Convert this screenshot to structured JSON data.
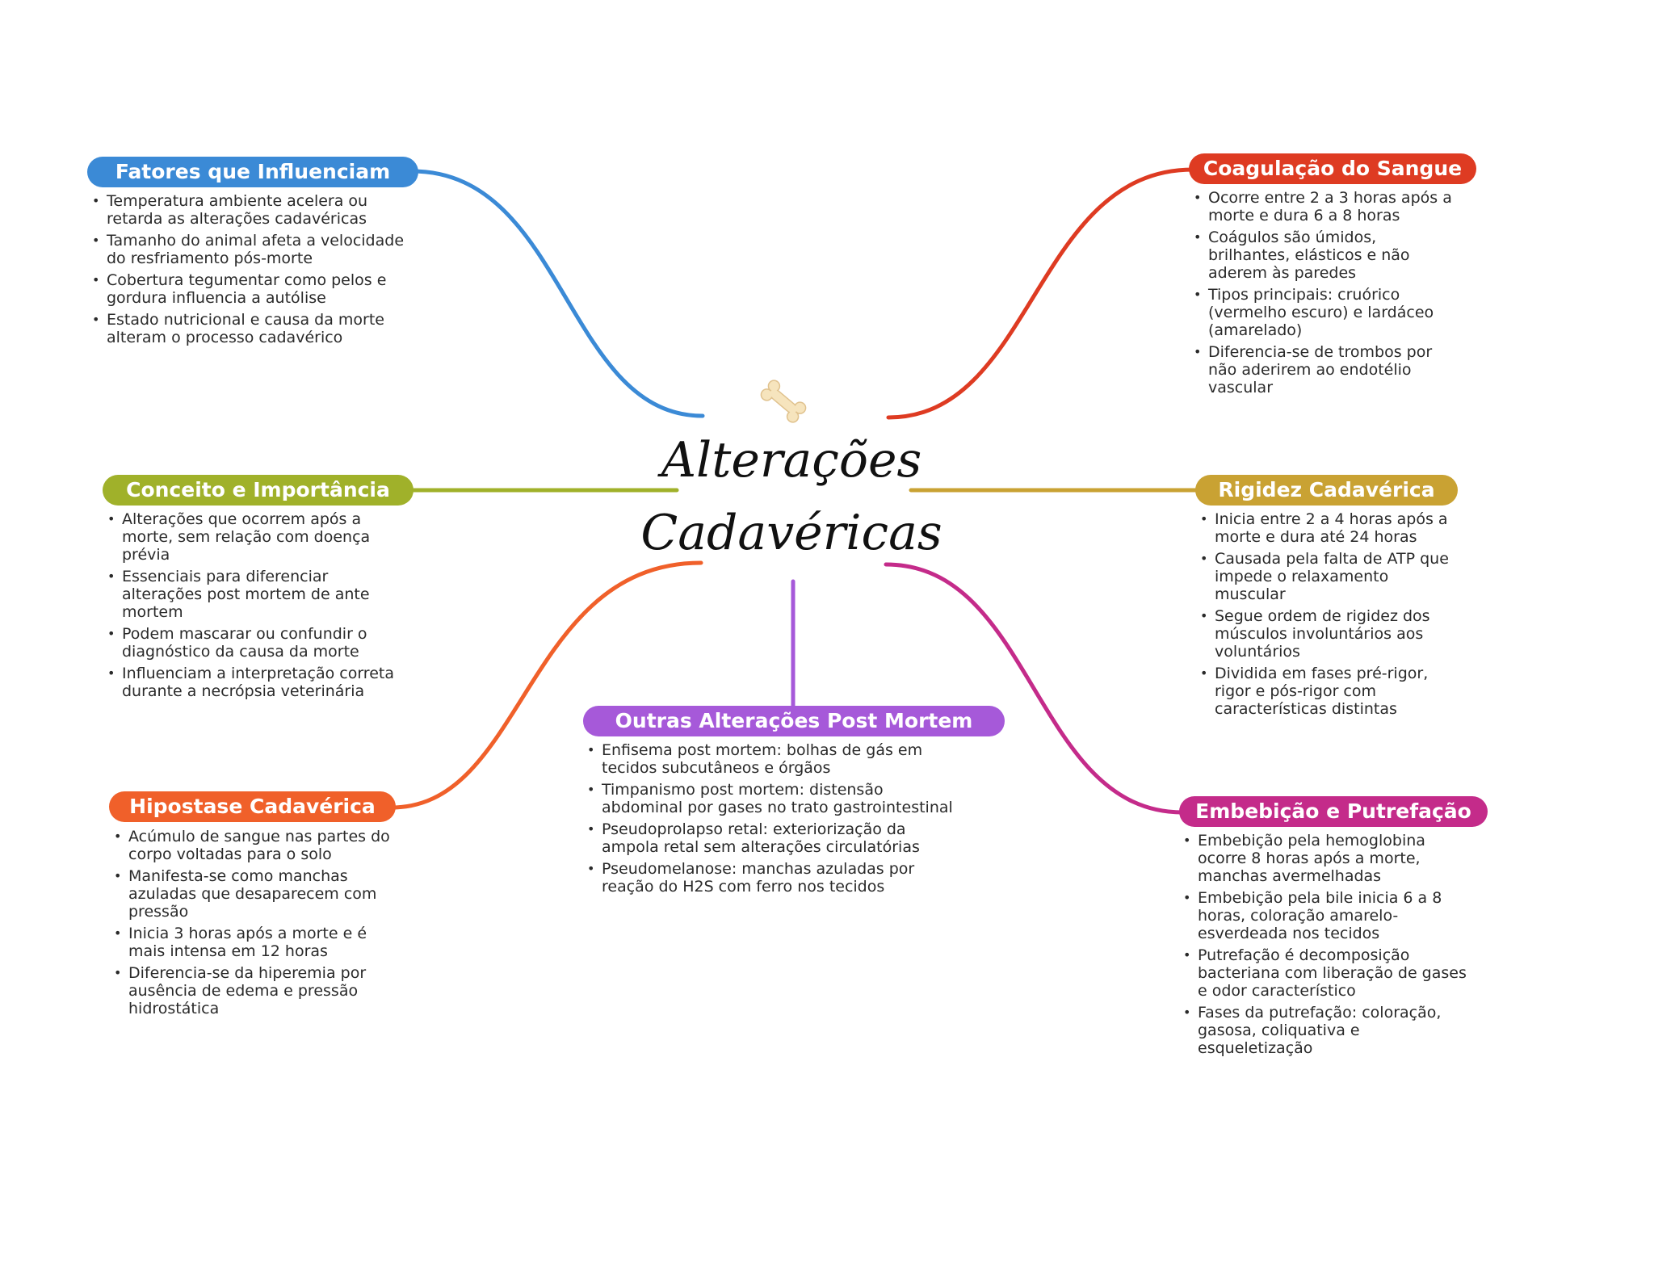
{
  "title": {
    "line1": "Alterações",
    "line2": "Cadavéricas"
  },
  "central_icon": "bone-icon",
  "branches": {
    "fatores": {
      "label": "Fatores que Influenciam",
      "color": "#3b8ad6",
      "items": [
        "Temperatura ambiente acelera ou retarda as alterações cadavéricas",
        "Tamanho do animal afeta a velocidade do resfriamento pós-morte",
        "Cobertura tegumentar como pelos e gordura influencia a autólise",
        "Estado nutricional e causa da morte alteram o processo cadavérico"
      ]
    },
    "conceito": {
      "label": "Conceito e Importância",
      "color": "#a0b12a",
      "items": [
        "Alterações que ocorrem após a morte, sem relação com doença prévia",
        "Essenciais para diferenciar alterações post mortem de ante mortem",
        "Podem mascarar ou confundir o diagnóstico da causa da morte",
        "Influenciam a interpretação correta durante a necrópsia veterinária"
      ]
    },
    "hipostase": {
      "label": "Hipostase Cadavérica",
      "color": "#f0602a",
      "items": [
        "Acúmulo de sangue nas partes do corpo voltadas para o solo",
        "Manifesta-se como manchas azuladas que desaparecem com pressão",
        "Inicia 3 horas após a morte e é mais intensa em 12 horas",
        "Diferencia-se da hiperemia por ausência de edema e pressão hidrostática"
      ]
    },
    "outras": {
      "label": "Outras Alterações Post Mortem",
      "color": "#a659d9",
      "items": [
        "Enfisema post mortem: bolhas de gás em tecidos subcutâneos e órgãos",
        "Timpanismo post mortem: distensão abdominal por gases no trato gastrointestinal",
        "Pseudoprolapso retal: exteriorização da ampola retal sem alterações circulatórias",
        "Pseudomelanose: manchas azuladas por reação do H2S com ferro nos tecidos"
      ]
    },
    "coagulacao": {
      "label": "Coagulação do Sangue",
      "color": "#de3b22",
      "items": [
        "Ocorre entre 2 a 3 horas após a morte e dura 6 a 8 horas",
        "Coágulos são úmidos, brilhantes, elásticos e não aderem às paredes",
        "Tipos principais: cruórico (vermelho escuro) e lardáceo (amarelado)",
        "Diferencia-se de trombos por não aderirem ao endotélio vascular"
      ]
    },
    "rigidez": {
      "label": "Rigidez Cadavérica",
      "color": "#c9a233",
      "items": [
        "Inicia entre 2 a 4 horas após a morte e dura até 24 horas",
        "Causada pela falta de ATP que impede o relaxamento muscular",
        "Segue ordem de rigidez dos músculos involuntários aos voluntários",
        "Dividida em fases pré-rigor, rigor e pós-rigor com características distintas"
      ]
    },
    "embebicao": {
      "label": "Embebição e Putrefação",
      "color": "#c42b8a",
      "items": [
        "Embebição pela hemoglobina ocorre 8 horas após a morte, manchas avermelhadas",
        "Embebição pela bile inicia 6 a 8 horas, coloração amarelo-esverdeada nos tecidos",
        "Putrefação é decomposição bacteriana com liberação de gases e odor característico",
        "Fases da putrefação: coloração, gasosa, coliquativa e esqueletização"
      ]
    }
  }
}
